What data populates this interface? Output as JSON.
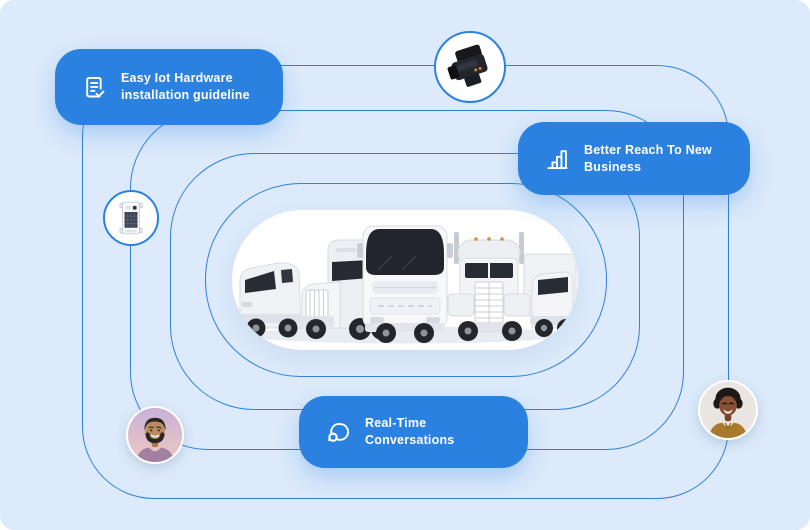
{
  "colors": {
    "background": "#dceafb",
    "accent": "#2b81e0",
    "ring": "#2e82d9",
    "badge_text": "#ffffff"
  },
  "badges": {
    "hardware": {
      "label": "Easy Iot Hardware\ninstallation guideline",
      "icon": "document-check-icon"
    },
    "reach": {
      "label": "Better Reach To New\nBusiness",
      "icon": "bar-chart-icon"
    },
    "conversations": {
      "label": "Real-Time Conversations",
      "icon": "chat-bubbles-icon"
    }
  },
  "nodes": {
    "dashcam": {
      "name": "dashcam-device"
    },
    "gps_tracker": {
      "name": "gps-tracker-device"
    },
    "male_avatar": {
      "name": "smiling-man-photo"
    },
    "female_avatar": {
      "name": "smiling-woman-photo"
    }
  },
  "center_image": {
    "name": "fleet-of-white-trucks"
  }
}
